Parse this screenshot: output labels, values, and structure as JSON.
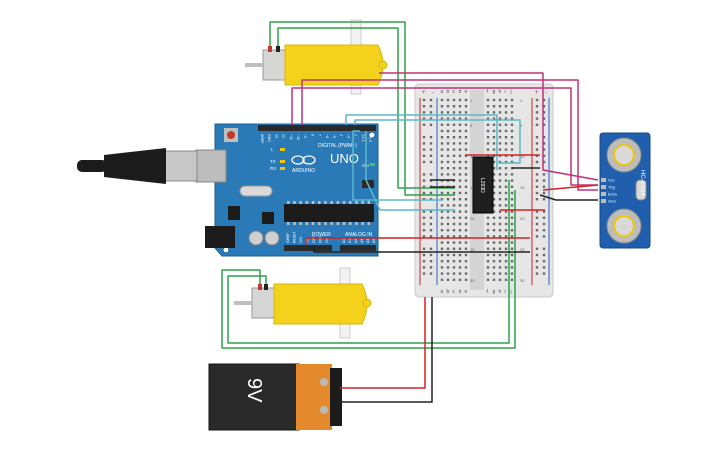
{
  "arduino": {
    "brand": "UNO",
    "logo_text": "ARDUINO",
    "digital_label": "DIGITAL (PWM~)",
    "power_label": "POWER",
    "analog_label": "ANALOG IN",
    "led_labels": [
      "L",
      "TX",
      "RX"
    ],
    "on_label": "ON",
    "digital_pins": [
      "AREF",
      "GND",
      "13",
      "12",
      "~11",
      "~10",
      "~9",
      "8",
      "7",
      "~6",
      "~5",
      "4",
      "~3",
      "2",
      "TX 1",
      "RX 0"
    ],
    "power_pins": [
      "IOREF",
      "RESET",
      "3V3",
      "5V",
      "GND",
      "GND",
      "Vin"
    ],
    "analog_pins": [
      "A0",
      "A1",
      "A2",
      "A3",
      "A4",
      "A5"
    ]
  },
  "driver_chip": {
    "label": "L293D"
  },
  "breadboard": {
    "column_letters": [
      "a",
      "b",
      "c",
      "d",
      "e",
      "f",
      "g",
      "h",
      "i",
      "j"
    ],
    "rail_signs": [
      "+",
      "-"
    ],
    "row_numbers": [
      "1",
      "5",
      "10",
      "15",
      "20",
      "25",
      "30"
    ]
  },
  "sensor": {
    "model": "HC-SR04",
    "pins": [
      "Vcc",
      "Trig",
      "Echo",
      "Gnd"
    ]
  },
  "battery": {
    "label": "9V"
  },
  "colors": {
    "arduino_blue": "#2b7ab8",
    "motor_yellow": "#f4d21b",
    "sensor_blue": "#1f5fae",
    "wire_green": "#2fa04a",
    "wire_magenta": "#c0307a",
    "wire_cyan": "#5ab9c9",
    "wire_red": "#d32323",
    "wire_black": "#222222",
    "battery_orange": "#e58a2c"
  }
}
